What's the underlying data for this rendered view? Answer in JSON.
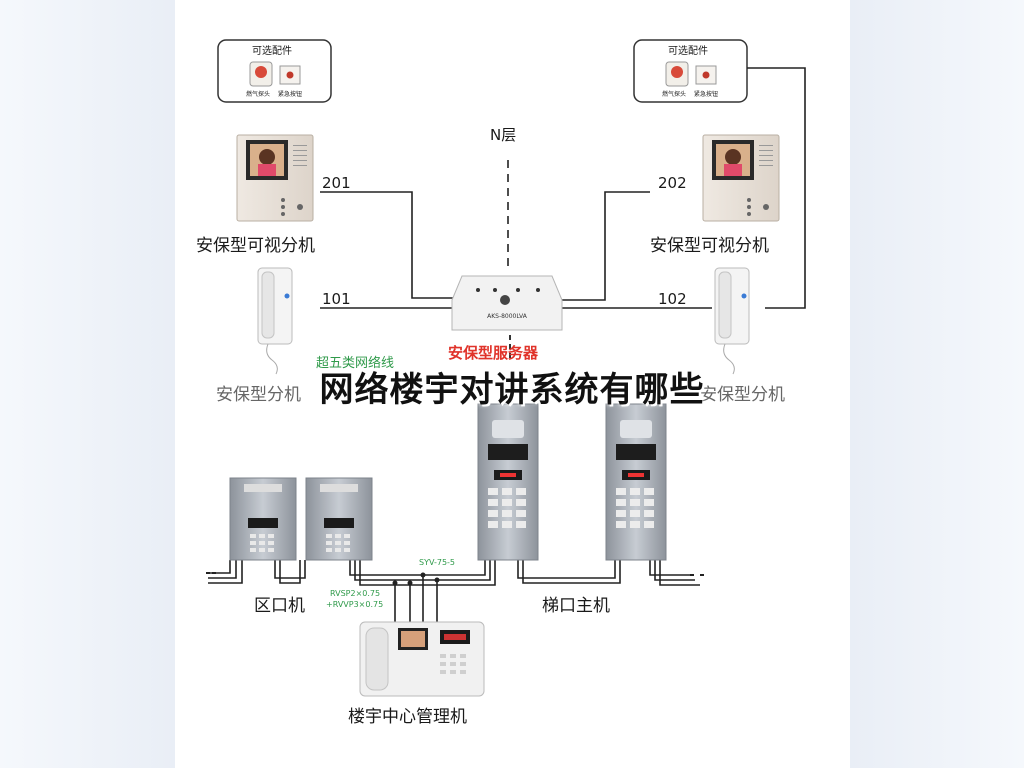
{
  "title": "网络楼宇对讲系统有哪些",
  "labels": {
    "optional_parts": "可选配件",
    "gas_detector": "燃气探头",
    "emergency_button": "紧急按钮",
    "floor_n": "N层",
    "unit_201": "201",
    "unit_202": "202",
    "unit_101": "101",
    "unit_102": "102",
    "video_handset": "安保型可视分机",
    "audio_handset": "安保型分机",
    "server": "安保型服务器",
    "server_model": "AKS-8000LVA",
    "cable": "超五类网络线",
    "cable_syv": "SYV-75-5",
    "cable_rvsp": "RVSP2×0.75",
    "cable_rvvp": "+RVVP3×0.75",
    "zone_unit": "区口机",
    "stair_unit": "梯口主机",
    "mgmt_unit": "楼宇中心管理机"
  },
  "colors": {
    "line": "#222222",
    "red_label": "#e0332a",
    "green_label": "#2f9a4a",
    "panel_steel": "#a8adb5"
  }
}
